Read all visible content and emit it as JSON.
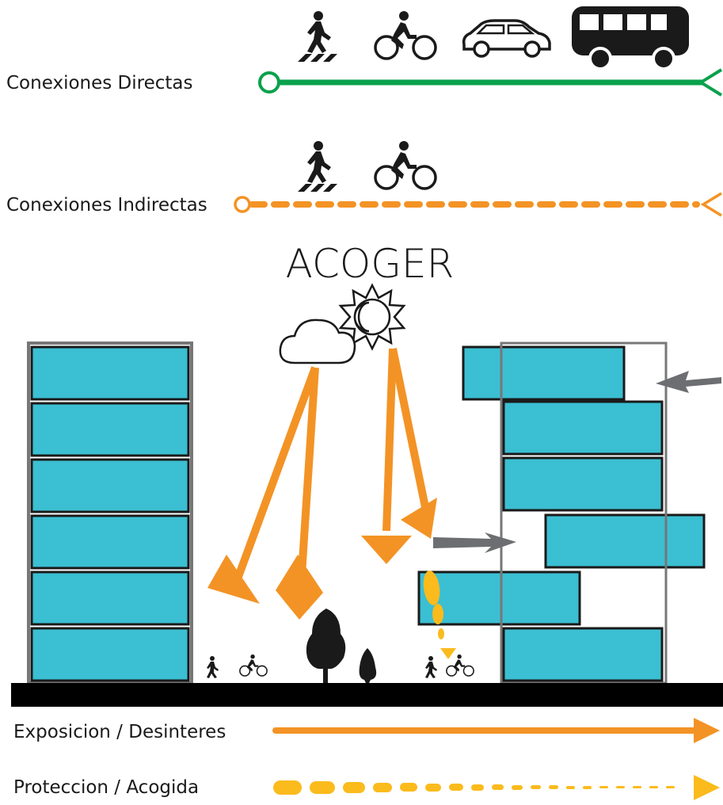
{
  "legend_top": {
    "direct": {
      "label": "Conexiones Directas",
      "color": "#0aa14b",
      "modes": [
        "pedestrian-icon",
        "bicycle-icon",
        "car-icon",
        "bus-icon"
      ]
    },
    "indirect": {
      "label": "Conexiones Indirectas",
      "color": "#f39325",
      "modes": [
        "pedestrian-icon",
        "bicycle-icon"
      ]
    }
  },
  "title": "ACOGER",
  "scene": {
    "building_color": "#3bbfd2",
    "weather_icons": [
      "cloud-icon",
      "sun-moon-icon"
    ],
    "ground_people": [
      "pedestrian-icon",
      "bicycle-icon"
    ]
  },
  "legend_bottom": {
    "exposure": {
      "label": "Exposicion / Desinteres",
      "color": "#f39325"
    },
    "protection": {
      "label": "Proteccion / Acogida",
      "color": "#fbbb1d"
    }
  }
}
